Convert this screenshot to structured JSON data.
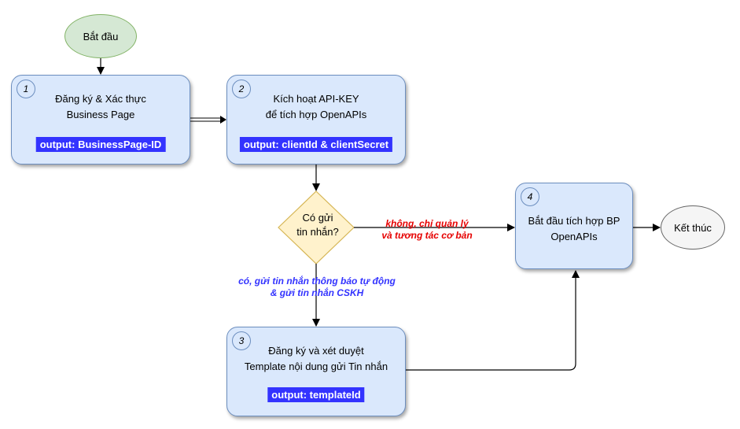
{
  "start": {
    "label": "Bắt đầu"
  },
  "end": {
    "label": "Kết thúc"
  },
  "step1": {
    "number": "1",
    "line1": "Đăng ký & Xác thực",
    "line2": "Business Page",
    "output": "output: BusinessPage-ID"
  },
  "step2": {
    "number": "2",
    "line1": "Kích hoạt API-KEY",
    "line2": "để tích hợp OpenAPIs",
    "output": "output: clientId & clientSecret"
  },
  "step3": {
    "number": "3",
    "line1": "Đăng ký và xét duyệt",
    "line2": "Template nội dung gửi Tin nhắn",
    "output": "output: templateId"
  },
  "step4": {
    "number": "4",
    "line1": "Bắt đầu tích hợp BP",
    "line2": "OpenAPIs"
  },
  "decision": {
    "line1": "Có gửi",
    "line2": "tin nhắn?"
  },
  "edge_no": {
    "line1": "không, chỉ quản lý",
    "line2": "và tương tác cơ bản",
    "color": "#e60000"
  },
  "edge_yes": {
    "line1": "có, gửi tin nhắn thông báo tự động",
    "line2": "& gửi tin nhắn CSKH",
    "color": "#3333ff"
  },
  "colors": {
    "start_fill": "#d5e8d4",
    "box_fill": "#dae8fc",
    "decision_fill": "#fff2cc",
    "output_fill": "#3333ff",
    "end_fill": "#f5f5f5"
  }
}
